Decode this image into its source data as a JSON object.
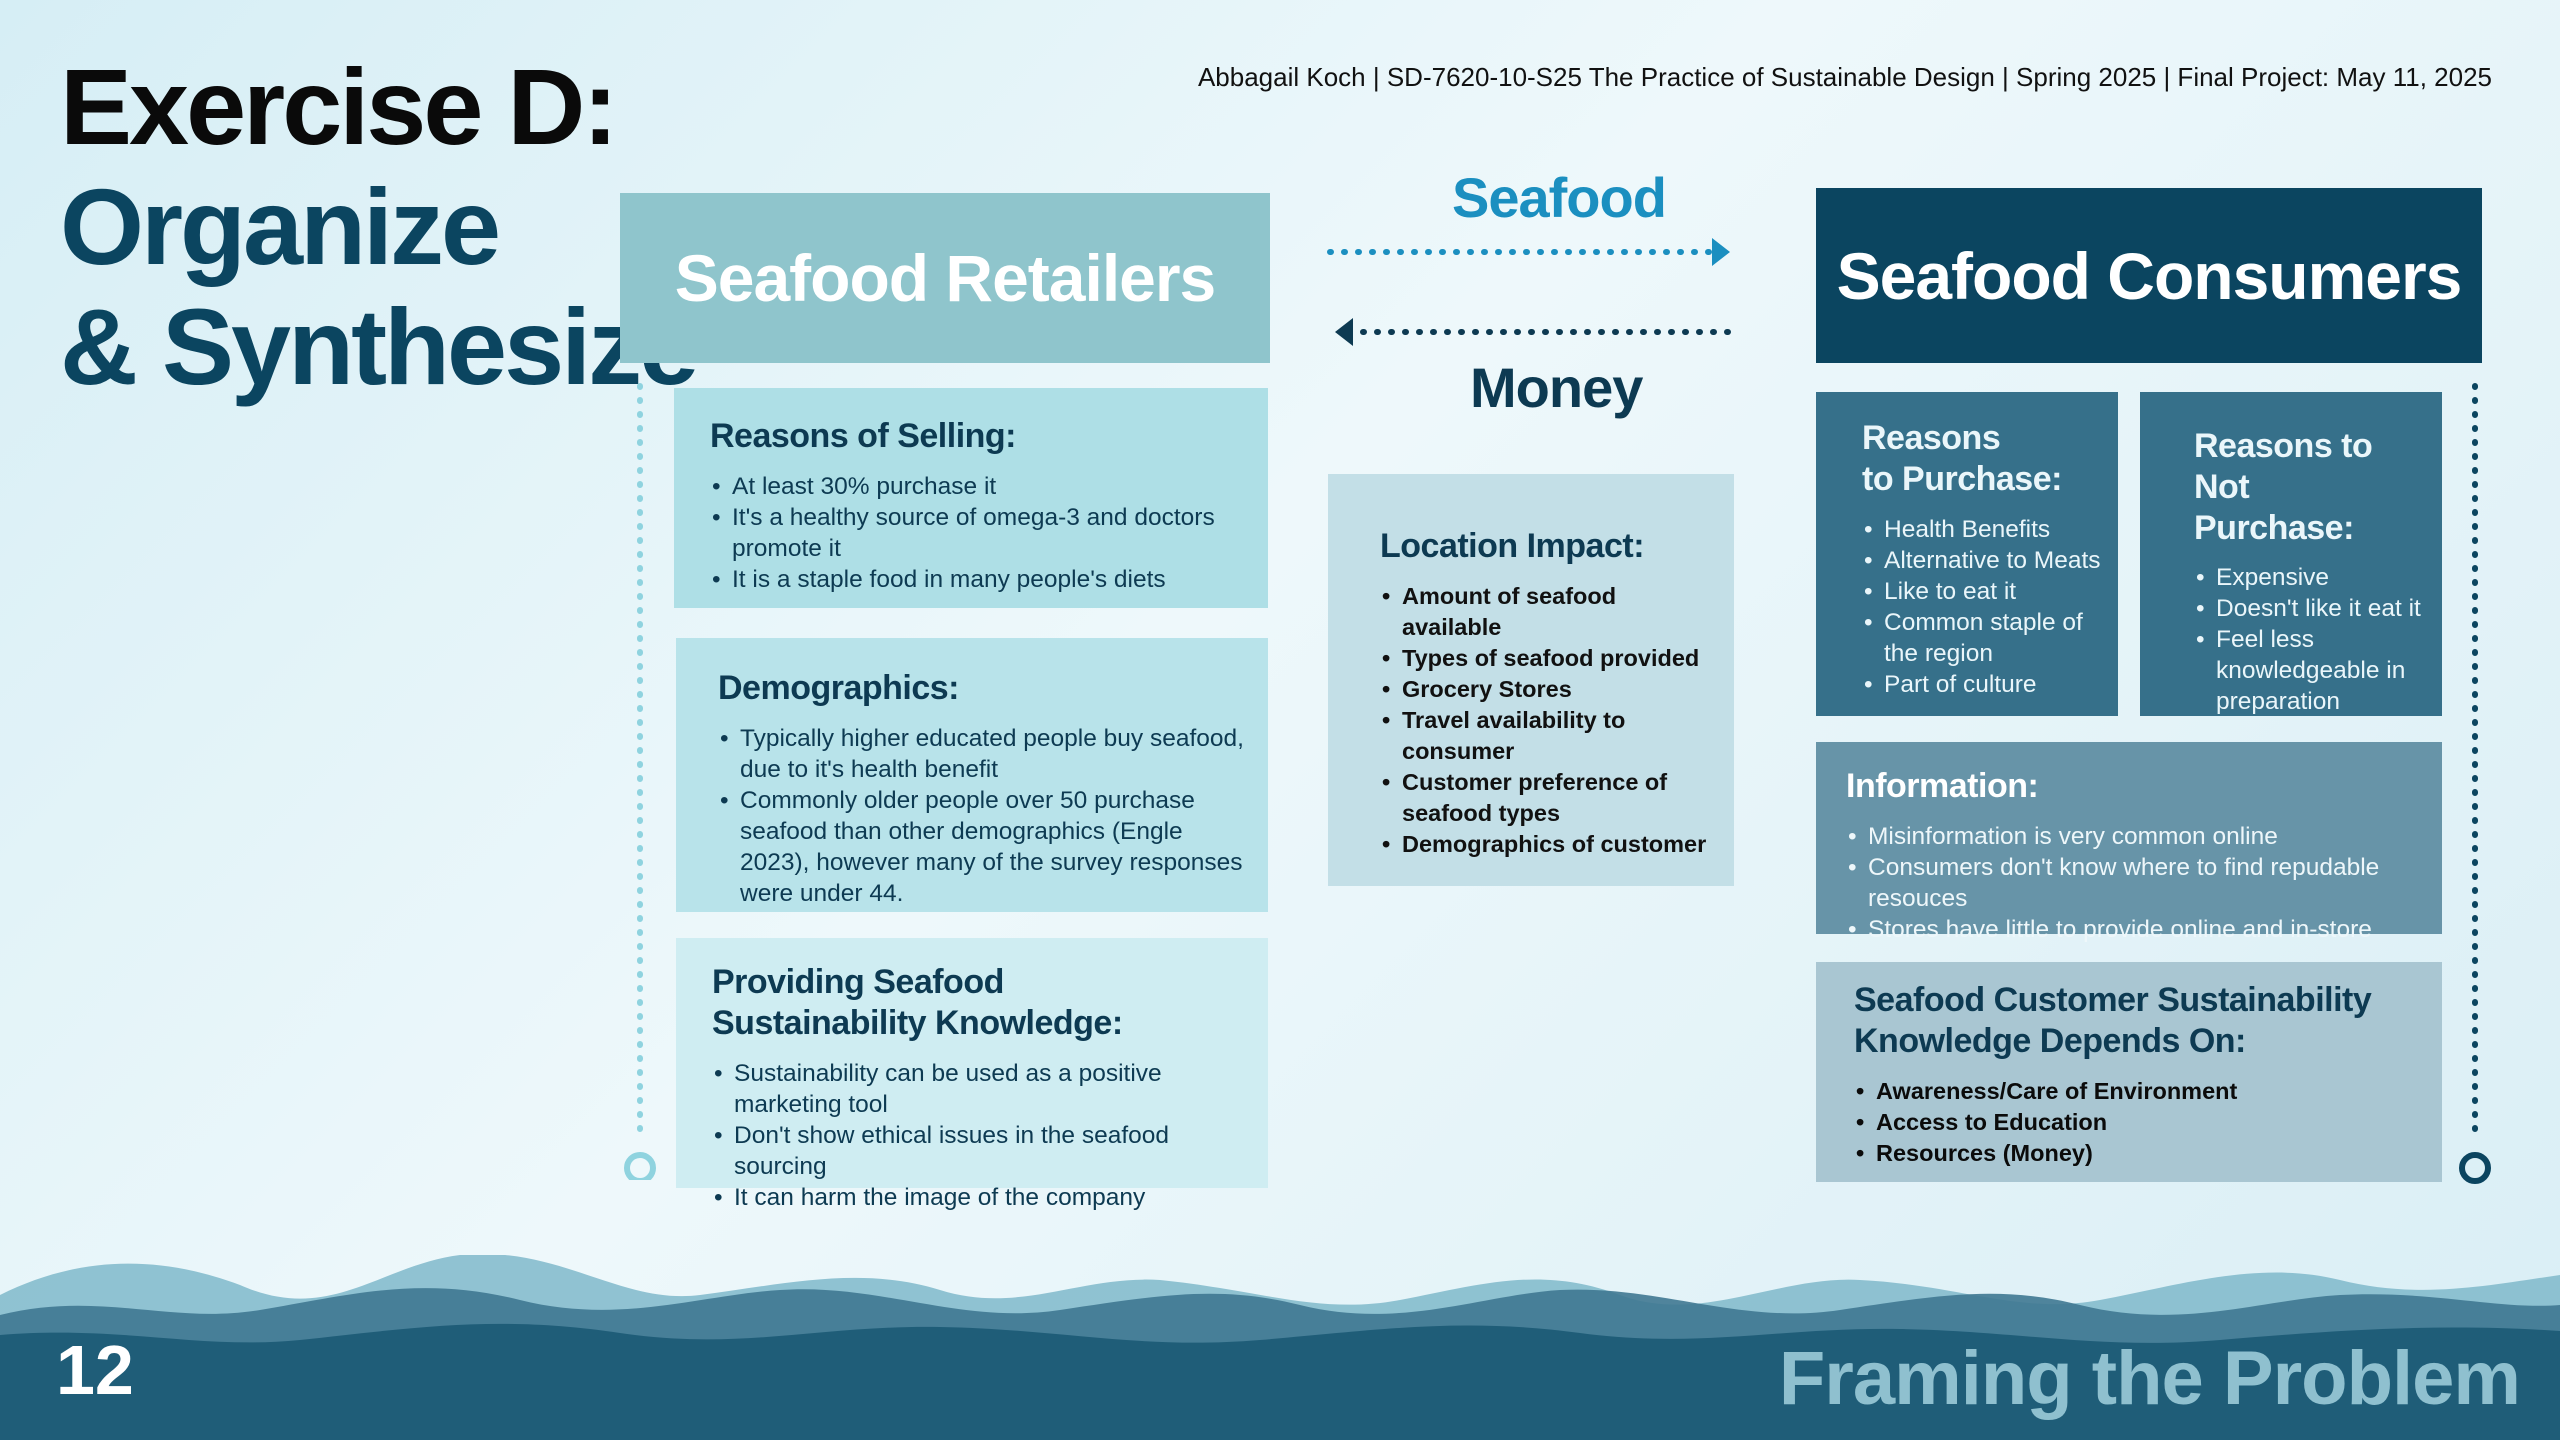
{
  "title": {
    "line1": "Exercise D:",
    "line2": "Organize",
    "line3": "& Synthesize"
  },
  "header_meta": "Abbagail Koch | SD-7620-10-S25 The Practice of Sustainable Design  | Spring 2025 |  Final Project: May 11, 2025",
  "retailers": {
    "heading": "Seafood Retailers",
    "reasons": {
      "title": "Reasons of Selling:",
      "items": [
        "At least 30% purchase it",
        "It's a healthy source of omega-3 and doctors promote it",
        "It is a staple food in many people's diets"
      ]
    },
    "demographics": {
      "title": "Demographics:",
      "items": [
        "Typically higher educated people buy seafood, due to it's health benefit",
        "Commonly older people over 50 purchase seafood than other demographics (Engle 2023), however many of the survey responses were under 44."
      ]
    },
    "knowledge": {
      "title_line1": "Providing Seafood",
      "title_line2": "Sustainability Knowledge:",
      "items": [
        "Sustainability can be used as a positive marketing tool",
        "Don't show ethical issues in the seafood sourcing",
        "It can harm the image of the company"
      ]
    }
  },
  "flow": {
    "seafood": "Seafood",
    "money": "Money"
  },
  "location": {
    "title": "Location Impact:",
    "items": [
      "Amount of seafood available",
      "Types of seafood provided",
      "Grocery Stores",
      "Travel availability to consumer",
      "Customer preference of seafood types",
      "Demographics of customer"
    ]
  },
  "consumers": {
    "heading": "Seafood Consumers",
    "purchase": {
      "title_line1": "Reasons",
      "title_line2": "to Purchase:",
      "items": [
        "Health Benefits",
        "Alternative to Meats",
        "Like to eat it",
        "Common staple of the region",
        "Part of culture"
      ]
    },
    "not_purchase": {
      "title_line1": "Reasons to Not",
      "title_line2": "Purchase:",
      "items": [
        "Expensive",
        "Doesn't like it eat it",
        "Feel less knowledgeable in preparation"
      ]
    },
    "information": {
      "title": "Information:",
      "items": [
        "Misinformation is very common online",
        "Consumers don't know where to find repudable resouces",
        "Stores have little to provide online and in-store"
      ]
    },
    "sustainability": {
      "title_line1": "Seafood Customer Sustainability",
      "title_line2": "Knowledge Depends On:",
      "items": [
        "Awareness/Care of Environment",
        "Access to Education",
        "Resources (Money)"
      ]
    }
  },
  "footer": {
    "page_number": "12",
    "section": "Framing the Problem"
  }
}
